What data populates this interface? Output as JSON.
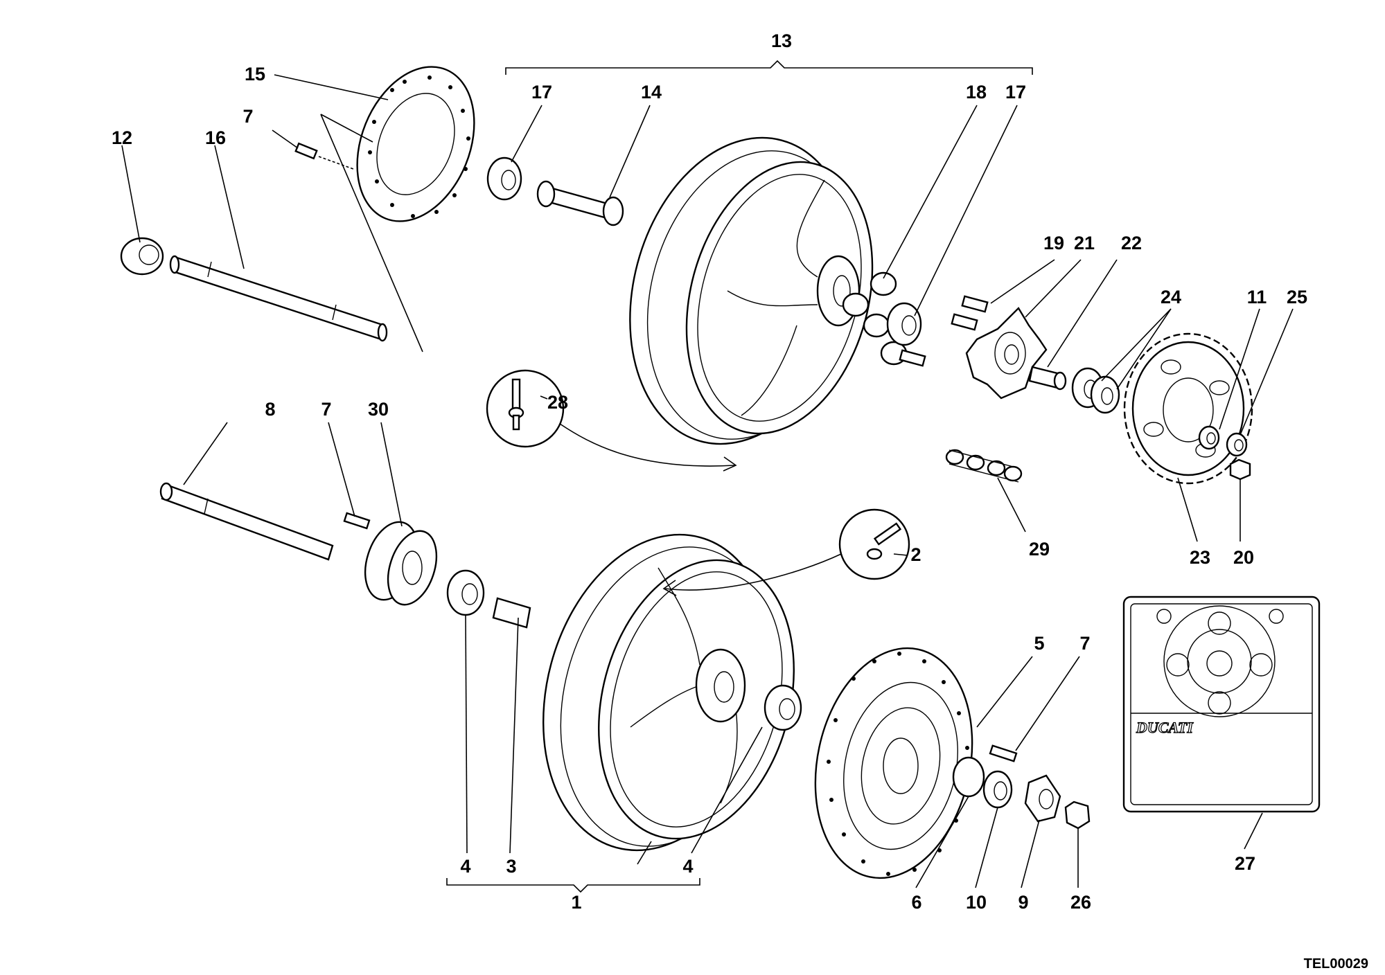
{
  "labels": {
    "n1": "1",
    "n2": "2",
    "n3": "3",
    "n4a": "4",
    "n4b": "4",
    "n5": "5",
    "n6": "6",
    "n7a": "7",
    "n7b": "7",
    "n7c": "7",
    "n8": "8",
    "n9": "9",
    "n10": "10",
    "n11": "11",
    "n12": "12",
    "n13": "13",
    "n14": "14",
    "n15": "15",
    "n16": "16",
    "n17a": "17",
    "n17b": "17",
    "n18": "18",
    "n19": "19",
    "n20": "20",
    "n21": "21",
    "n22": "22",
    "n23": "23",
    "n24": "24",
    "n25": "25",
    "n26": "26",
    "n27": "27",
    "n28": "28",
    "n29": "29",
    "n30": "30"
  },
  "brand_plate": "DUCATI",
  "drawing_code": "TEL00029"
}
